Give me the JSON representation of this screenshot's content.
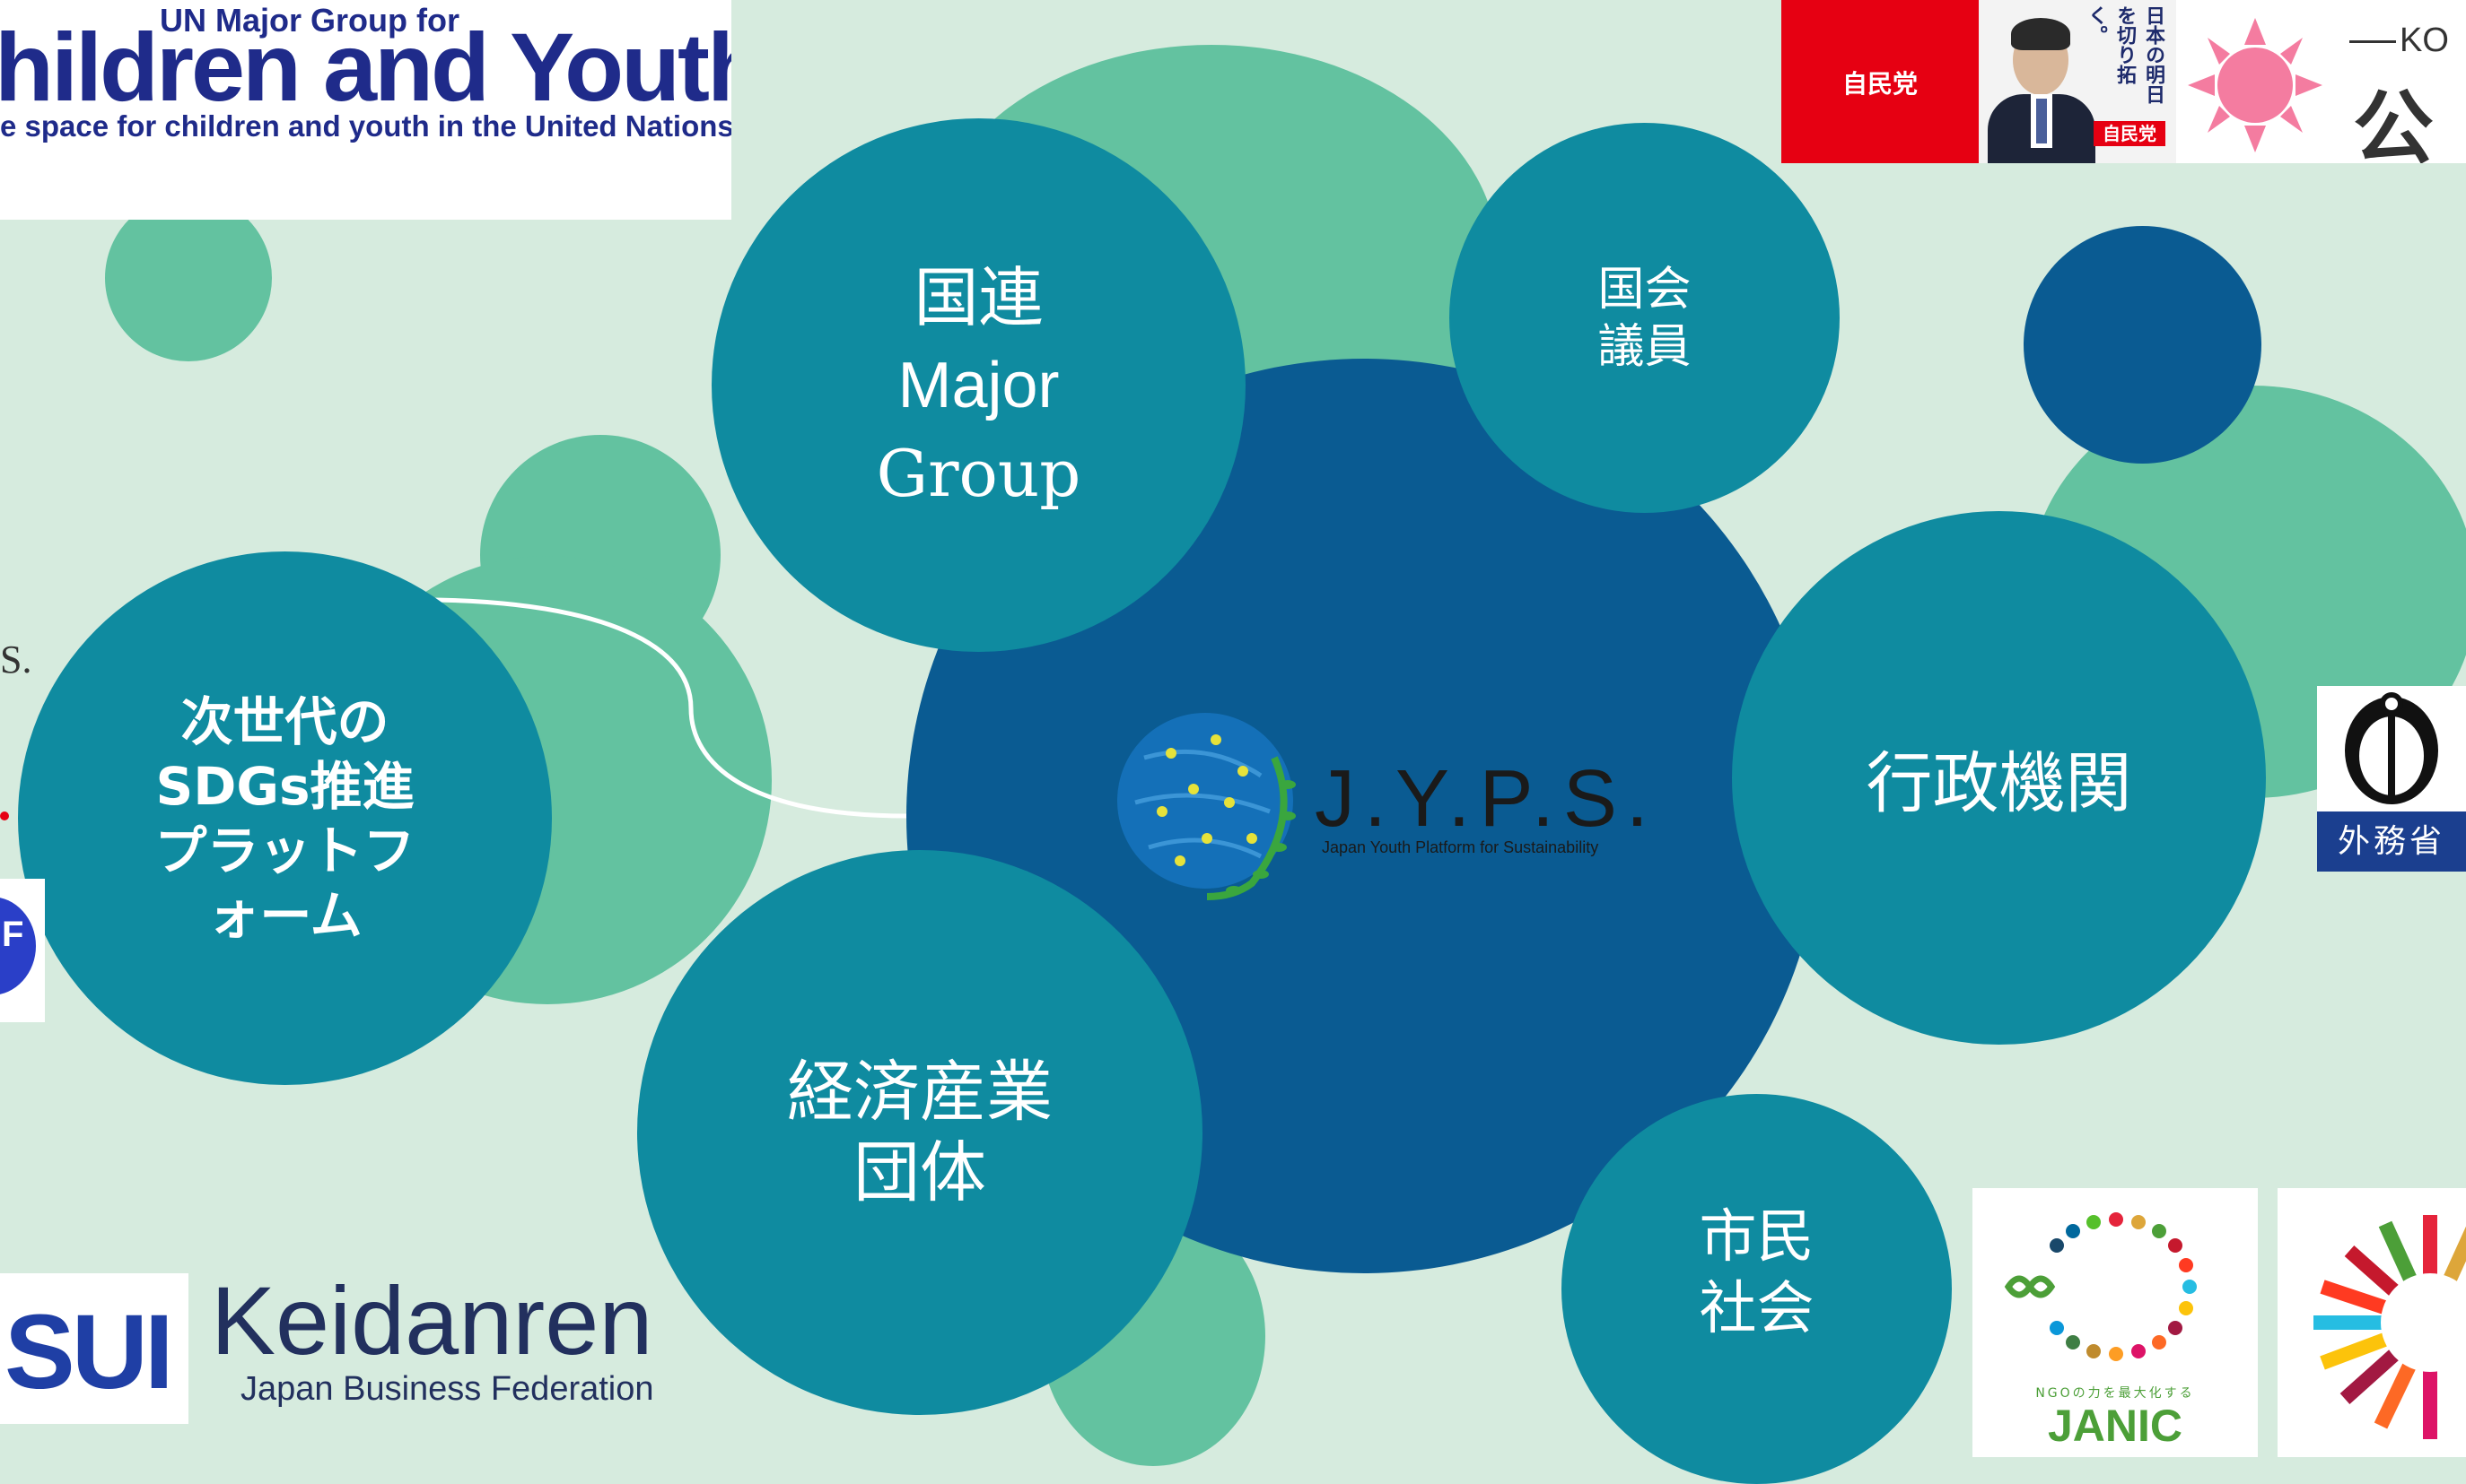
{
  "nodes": {
    "un": {
      "line1": "国連",
      "line2": "Major",
      "line3": "Group"
    },
    "diet": {
      "line1": "国会",
      "line2": "議員"
    },
    "gov": {
      "label": "行政機関"
    },
    "youth": {
      "line1": "次世代の",
      "line2": "SDGs推進",
      "line3": "プラットフ",
      "line4": "ォーム"
    },
    "biz": {
      "line1": "経済産業",
      "line2": "団体"
    },
    "civil": {
      "line1": "市民",
      "line2": "社会"
    }
  },
  "center": {
    "name": "J.Y.P.S.",
    "subtitle": "Japan Youth Platform for Sustainability"
  },
  "logos": {
    "unmgcy": {
      "small": "UN Major Group for",
      "big": "hildren and Youth",
      "tag": "e space for children and youth in the United Nations"
    },
    "ldp": {
      "mark": "自民党",
      "poster_text": "日本の明日を切り拓く。",
      "badge": "自民党"
    },
    "komei": {
      "top": "KO",
      "big": "公"
    },
    "mofa": {
      "label": "外務省"
    },
    "keidanren": {
      "left_text": "SUI",
      "name": "Keidanren",
      "sub": "Japan Business Federation"
    },
    "janic": {
      "tag": "NGOの力を最大化する",
      "name": "JANIC"
    },
    "edge_left1": {
      "text": "S."
    },
    "edge_left2": {
      "text": "F"
    }
  },
  "colors": {
    "background": "#d6ebde",
    "mint": "#63c2a0",
    "teal": "#0f8ba0",
    "navy": "#0a5b92",
    "ldp_red": "#e60012",
    "komei_pink": "#f47ca0",
    "mofa_blue": "#1b3f8f"
  }
}
